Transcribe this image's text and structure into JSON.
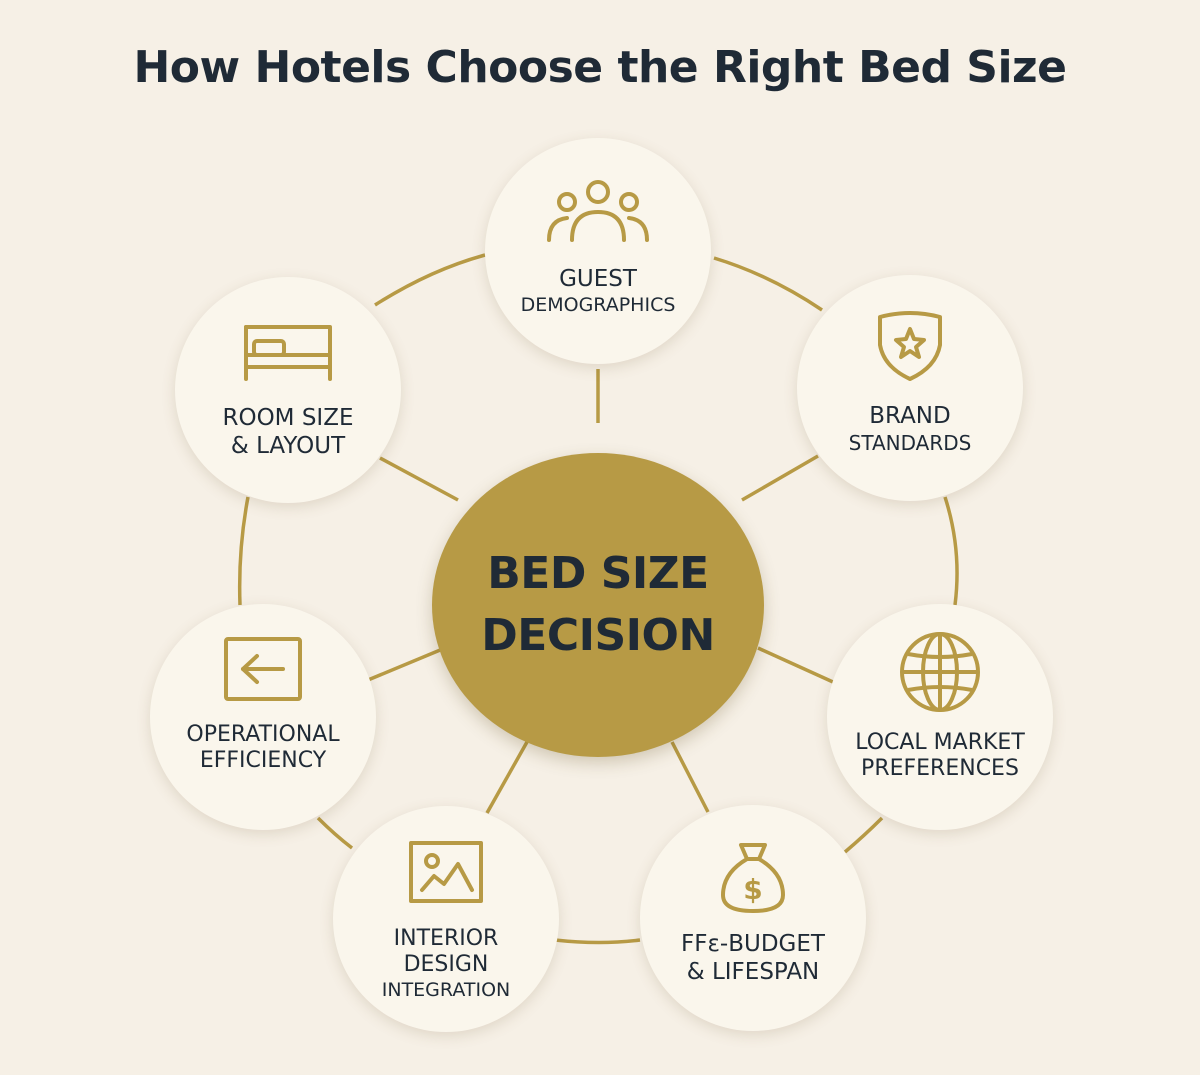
{
  "title": "How Hotels Choose the Right Bed Size",
  "center": {
    "line1": "BED SIZE",
    "line2": "DECISION"
  },
  "accent_color": "#b79a45",
  "nodes": [
    {
      "icon": "people-icon",
      "lines": [
        "GUEST",
        "DEMOGRAPHICS"
      ]
    },
    {
      "icon": "shield-star-icon",
      "lines": [
        "BRAND",
        "STANDARDS"
      ]
    },
    {
      "icon": "globe-icon",
      "lines": [
        "LOCAL MARKET",
        "PREFERENCES"
      ]
    },
    {
      "icon": "money-bag-icon",
      "lines": [
        "FFε-BUDGET",
        "& LIFESPAN"
      ]
    },
    {
      "icon": "picture-icon",
      "lines": [
        "INTERIOR",
        "DESIGN",
        "INTEGRATION"
      ]
    },
    {
      "icon": "arrow-left-icon",
      "lines": [
        "OPERATIONAL",
        "EFFICIENCY"
      ]
    },
    {
      "icon": "bed-icon",
      "lines": [
        "ROOM SIZE",
        "& LAYOUT"
      ]
    }
  ]
}
